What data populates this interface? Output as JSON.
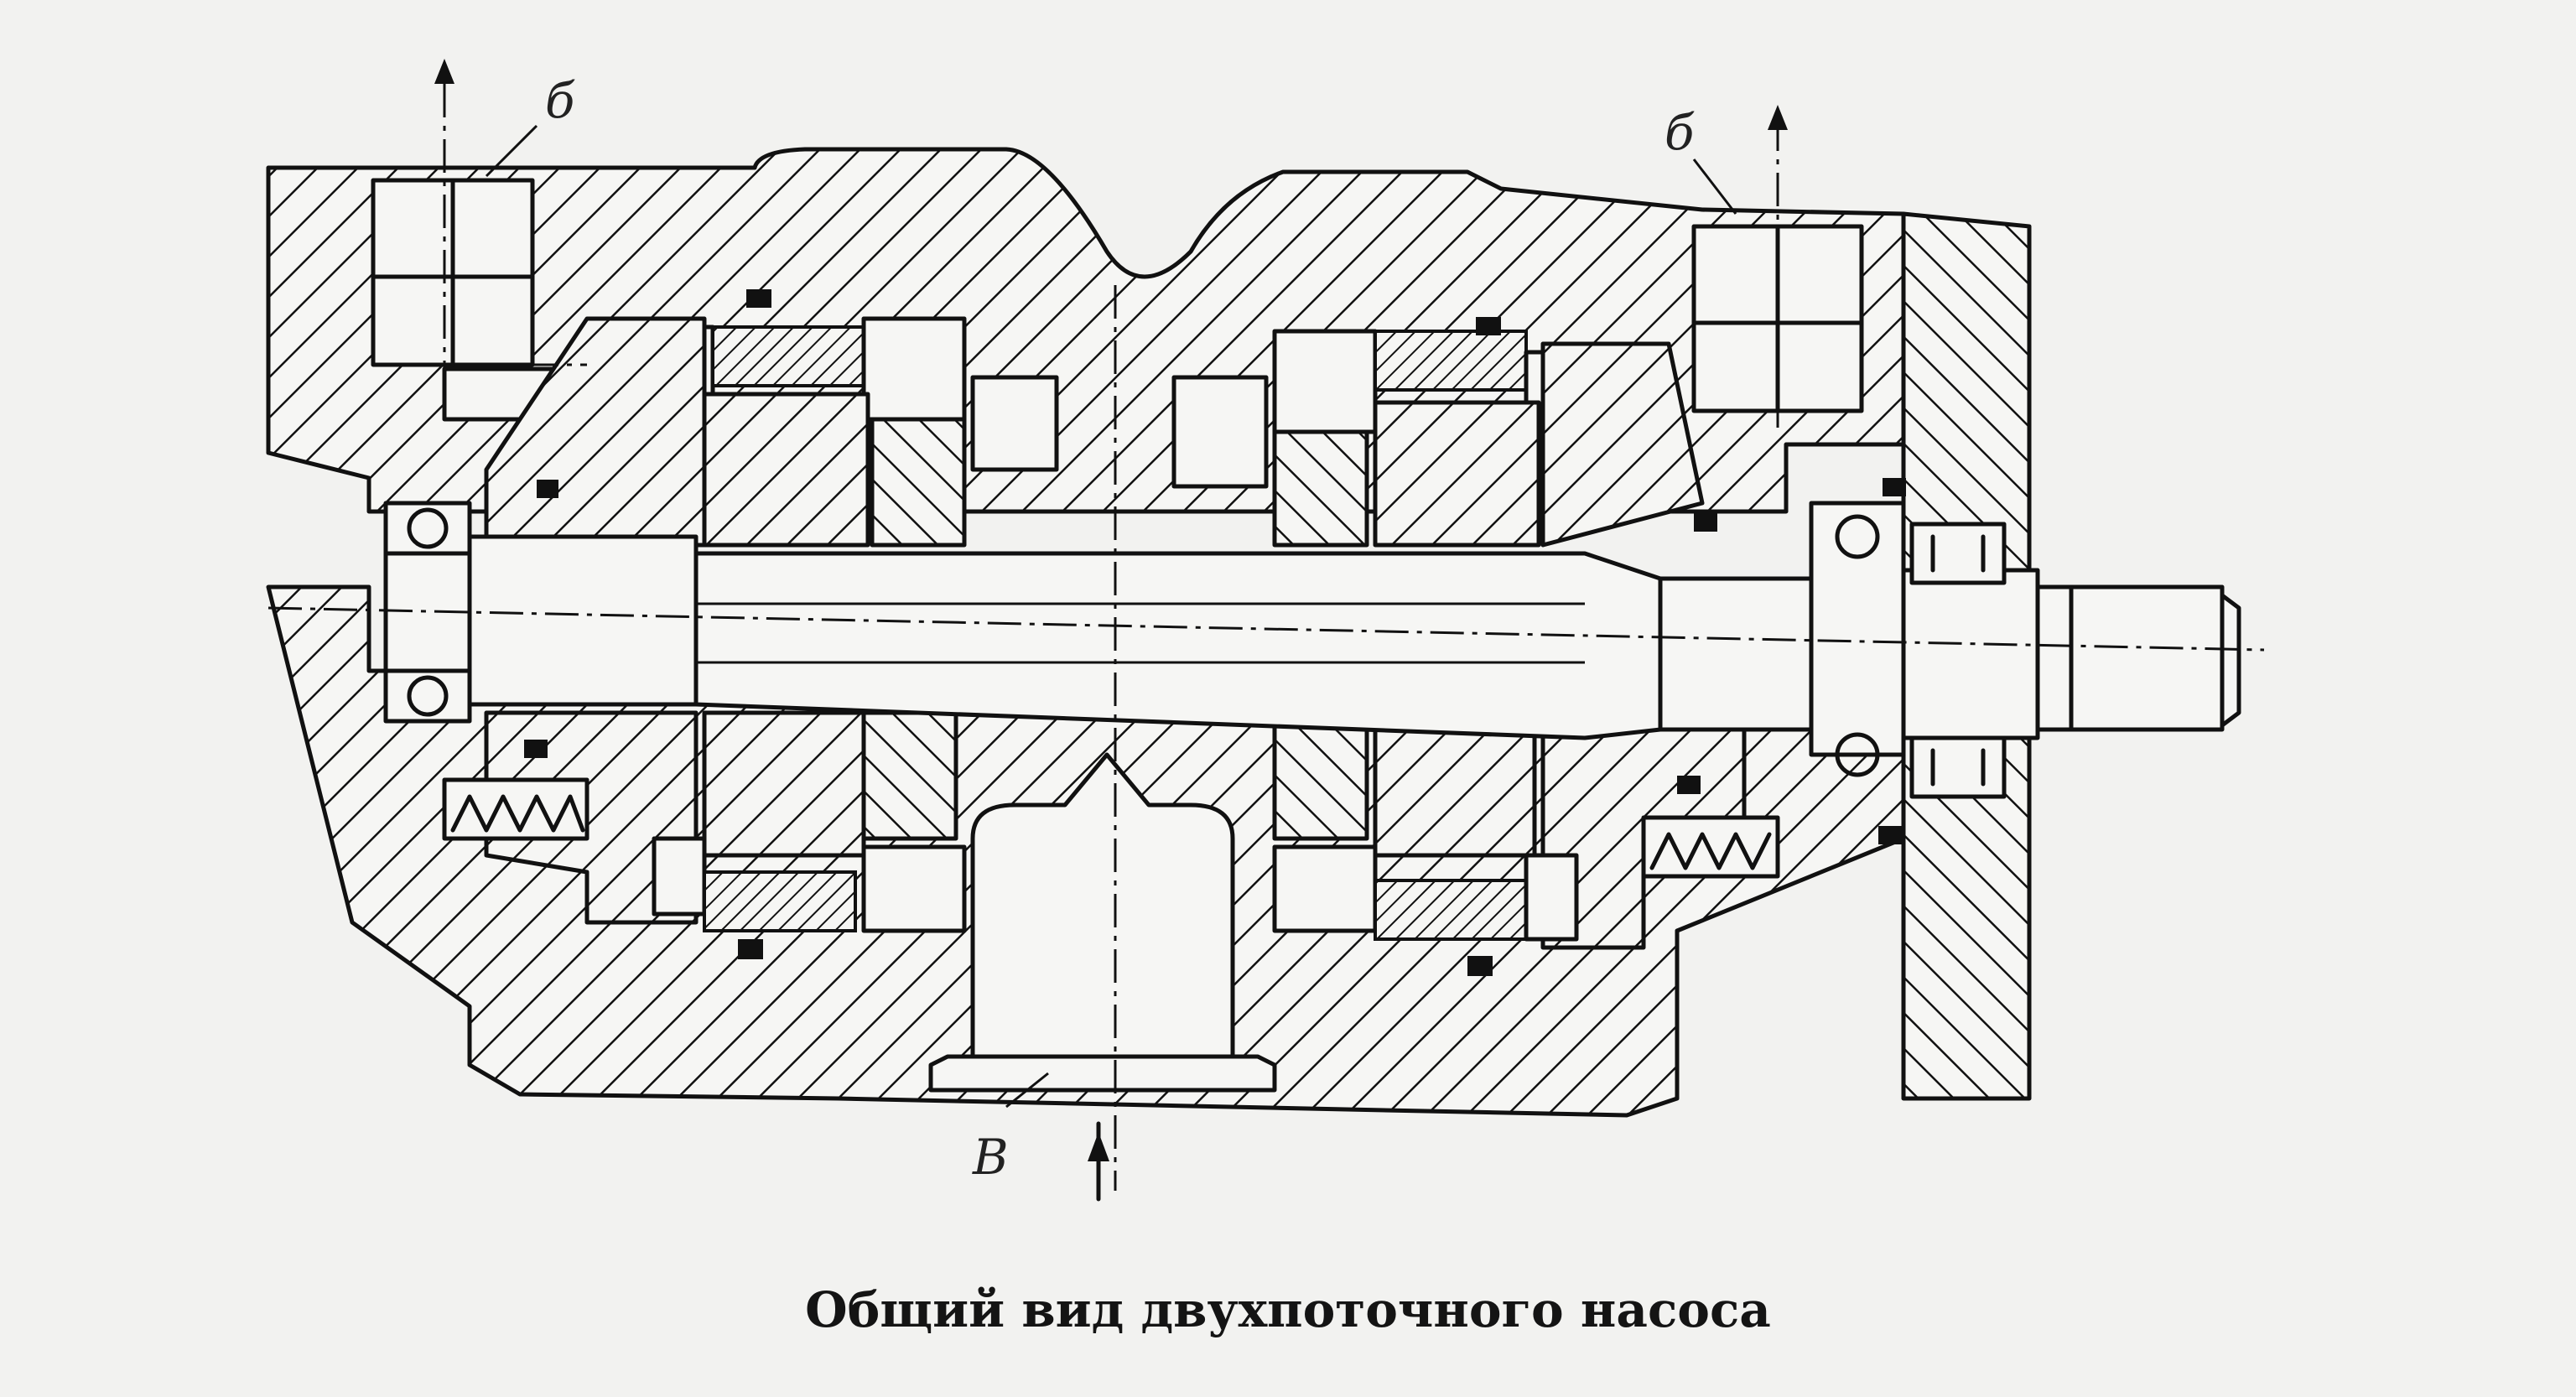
{
  "caption": "Общий вид двухпоточного насоса",
  "labels": {
    "outlet_left": "б",
    "outlet_right": "б",
    "inlet": "В"
  }
}
